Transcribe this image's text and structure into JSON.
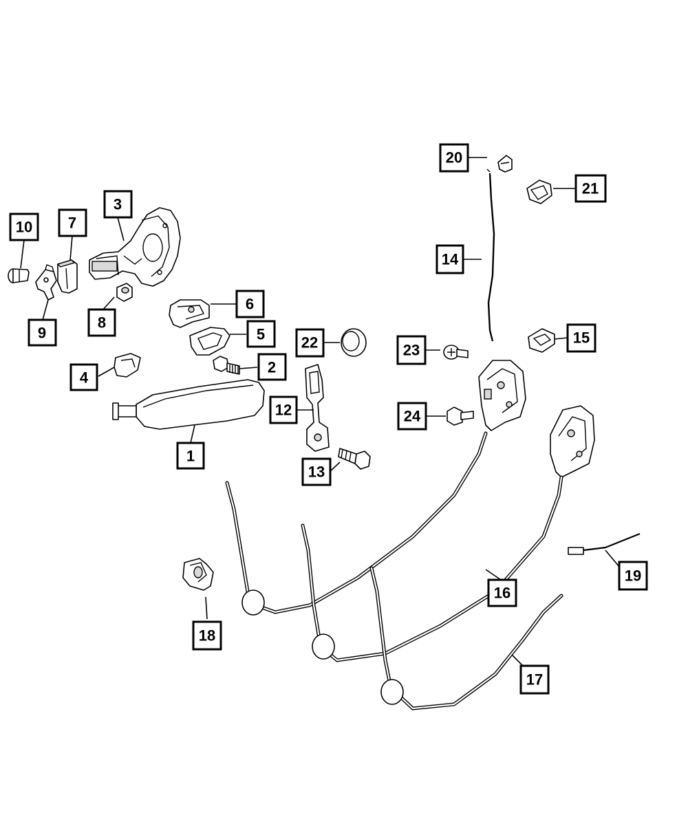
{
  "callouts": [
    {
      "id": "1",
      "label": "1"
    },
    {
      "id": "2",
      "label": "2"
    },
    {
      "id": "3",
      "label": "3"
    },
    {
      "id": "4",
      "label": "4"
    },
    {
      "id": "5",
      "label": "5"
    },
    {
      "id": "6",
      "label": "6"
    },
    {
      "id": "7",
      "label": "7"
    },
    {
      "id": "8",
      "label": "8"
    },
    {
      "id": "9",
      "label": "9"
    },
    {
      "id": "10",
      "label": "10"
    },
    {
      "id": "12",
      "label": "12"
    },
    {
      "id": "13",
      "label": "13"
    },
    {
      "id": "14",
      "label": "14"
    },
    {
      "id": "15",
      "label": "15"
    },
    {
      "id": "16",
      "label": "16"
    },
    {
      "id": "17",
      "label": "17"
    },
    {
      "id": "18",
      "label": "18"
    },
    {
      "id": "19",
      "label": "19"
    },
    {
      "id": "20",
      "label": "20"
    },
    {
      "id": "21",
      "label": "21"
    },
    {
      "id": "22",
      "label": "22"
    },
    {
      "id": "23",
      "label": "23"
    },
    {
      "id": "24",
      "label": "24"
    }
  ]
}
